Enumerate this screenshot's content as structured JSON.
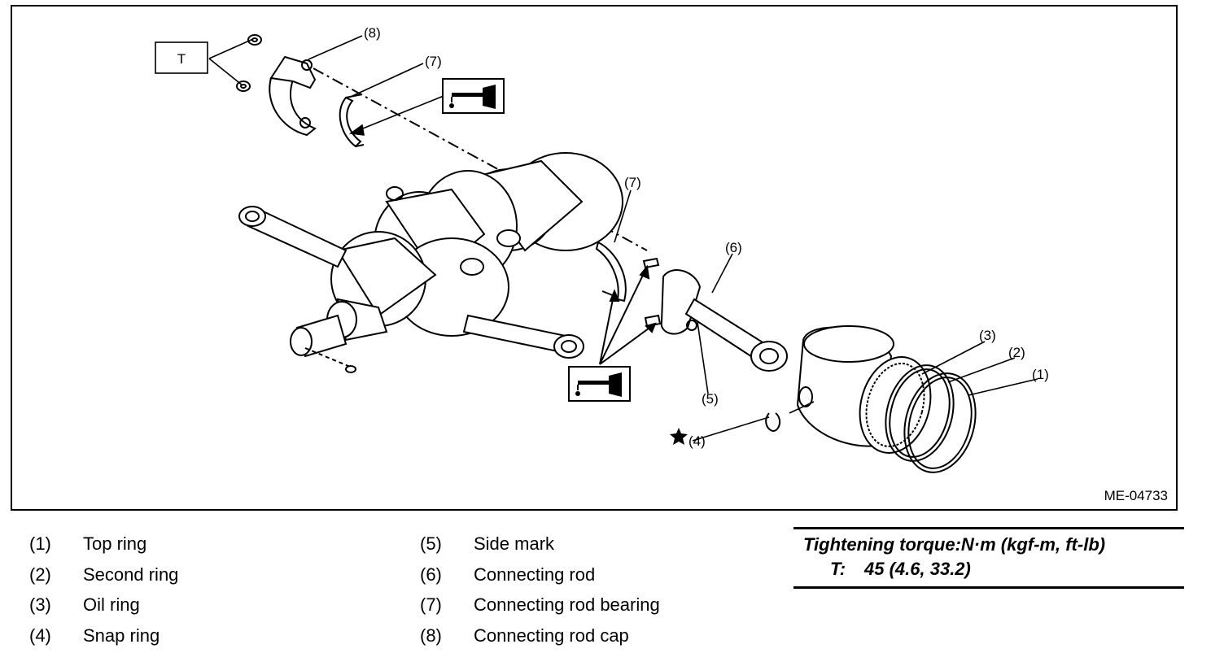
{
  "diagram": {
    "figure_id": "ME-04733",
    "callouts": {
      "c1": "(1)",
      "c2": "(2)",
      "c3": "(3)",
      "c4": "(4)",
      "c5": "(5)",
      "c6": "(6)",
      "c7a": "(7)",
      "c7b": "(7)",
      "c8": "(8)",
      "torque_box": "T"
    }
  },
  "legend": [
    {
      "num": "(1)",
      "label": "Top ring"
    },
    {
      "num": "(2)",
      "label": "Second ring"
    },
    {
      "num": "(3)",
      "label": "Oil ring"
    },
    {
      "num": "(4)",
      "label": "Snap ring"
    },
    {
      "num": "(5)",
      "label": "Side mark"
    },
    {
      "num": "(6)",
      "label": "Connecting rod"
    },
    {
      "num": "(7)",
      "label": "Connecting rod bearing"
    },
    {
      "num": "(8)",
      "label": "Connecting rod cap"
    }
  ],
  "torque": {
    "title": "Tightening torque:N·m (kgf-m, ft-lb)",
    "key": "T:",
    "value": "45 (4.6, 33.2)"
  }
}
